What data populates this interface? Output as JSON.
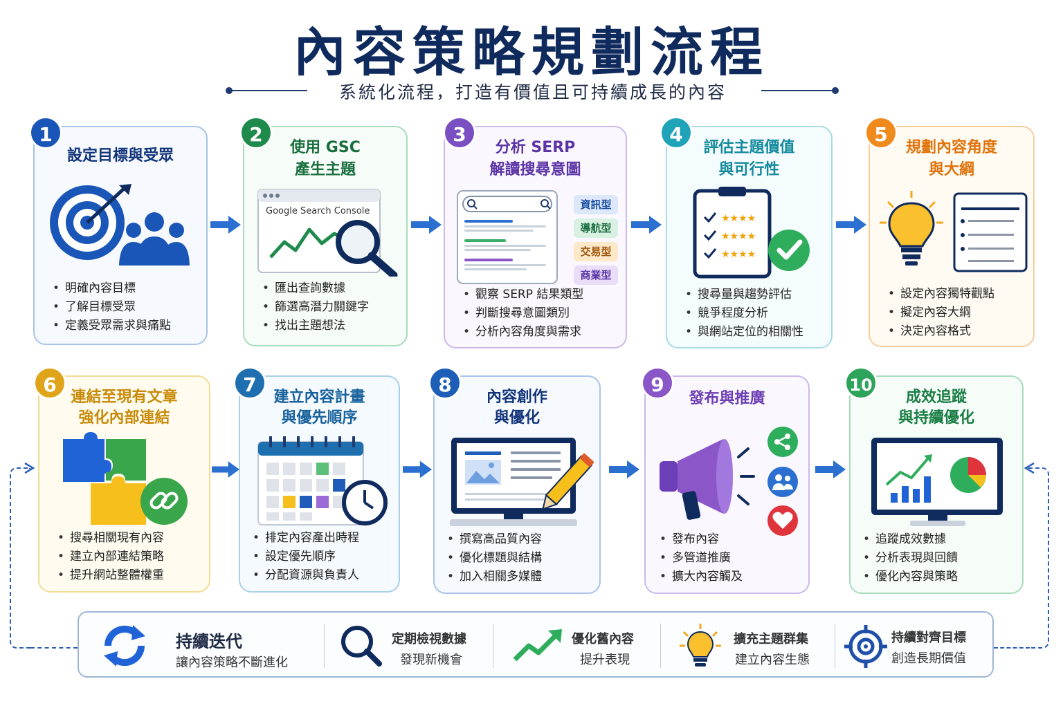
{
  "title": "內容策略規劃流程",
  "subtitle": "系統化流程，打造有價值且可持續成長的內容",
  "colors": {
    "navy": "#0f2a5c",
    "step1": "#1a56b8",
    "step2": "#1e8a4c",
    "step3": "#7a4fc2",
    "step4": "#1fa3b8",
    "step5": "#f08a1c",
    "step6": "#e0a41a",
    "step7": "#1d6fb0",
    "step8": "#1d5fb8",
    "step9": "#8a56c8",
    "step10": "#2ea35a",
    "arrow": "#2b6fd1"
  },
  "steps": [
    {
      "num": "1",
      "title_l1": "設定目標與受眾",
      "title_l2": "",
      "bullets": [
        "明確內容目標",
        "了解目標受眾",
        "定義受眾需求與痛點"
      ],
      "icon": "target-audience-icon"
    },
    {
      "num": "2",
      "title_l1": "使用 GSC",
      "title_l2": "產生主題",
      "bullets": [
        "匯出查詢數據",
        "篩選高潛力關鍵字",
        "找出主題想法"
      ],
      "icon": "search-console-icon",
      "illus_text": "Google Search Console"
    },
    {
      "num": "3",
      "title_l1": "分析 SERP",
      "title_l2": "解讀搜尋意圖",
      "bullets": [
        "觀察 SERP 結果類型",
        "判斷搜尋意圖類別",
        "分析內容角度與需求"
      ],
      "icon": "serp-icon",
      "intent_tags": [
        "資訊型",
        "導航型",
        "交易型",
        "商業型"
      ]
    },
    {
      "num": "4",
      "title_l1": "評估主題價值",
      "title_l2": "與可行性",
      "bullets": [
        "搜尋量與趨勢評估",
        "競爭程度分析",
        "與網站定位的相關性"
      ],
      "icon": "checklist-icon"
    },
    {
      "num": "5",
      "title_l1": "規劃內容角度",
      "title_l2": "與大綱",
      "bullets": [
        "設定內容獨特觀點",
        "擬定內容大綱",
        "決定內容格式"
      ],
      "icon": "lightbulb-outline-icon"
    },
    {
      "num": "6",
      "title_l1": "連結至現有文章",
      "title_l2": "強化內部連結",
      "bullets": [
        "搜尋相關現有內容",
        "建立內部連結策略",
        "提升網站整體權重"
      ],
      "icon": "puzzle-link-icon"
    },
    {
      "num": "7",
      "title_l1": "建立內容計畫",
      "title_l2": "與優先順序",
      "bullets": [
        "排定內容產出時程",
        "設定優先順序",
        "分配資源與負責人"
      ],
      "icon": "calendar-clock-icon"
    },
    {
      "num": "8",
      "title_l1": "內容創作",
      "title_l2": "與優化",
      "bullets": [
        "撰寫高品質內容",
        "優化標題與結構",
        "加入相關多媒體"
      ],
      "icon": "monitor-pencil-icon"
    },
    {
      "num": "9",
      "title_l1": "發布與推廣",
      "title_l2": "",
      "bullets": [
        "發布內容",
        "多管道推廣",
        "擴大內容觸及"
      ],
      "icon": "megaphone-icon"
    },
    {
      "num": "10",
      "title_l1": "成效追蹤",
      "title_l2": "與持續優化",
      "bullets": [
        "追蹤成效數據",
        "分析表現與回饋",
        "優化內容與策略"
      ],
      "icon": "analytics-monitor-icon"
    }
  ],
  "bottom": {
    "main_title": "持續迭代",
    "main_sub": "讓內容策略不斷進化",
    "items": [
      {
        "l1": "定期檢視數據",
        "l2": "發現新機會",
        "icon": "magnifier-icon"
      },
      {
        "l1": "優化舊內容",
        "l2": "提升表現",
        "icon": "trend-up-icon"
      },
      {
        "l1": "擴充主題群集",
        "l2": "建立內容生態",
        "icon": "lightbulb-icon"
      },
      {
        "l1": "持續對齊目標",
        "l2": "創造長期價值",
        "icon": "crosshair-icon"
      }
    ]
  }
}
